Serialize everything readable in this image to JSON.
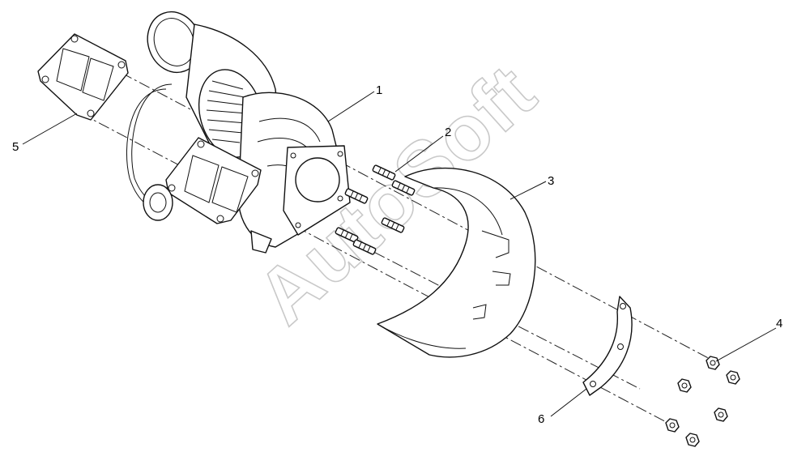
{
  "watermark": "AutoSoft",
  "callouts": {
    "c1": "1",
    "c2": "2",
    "c3": "3",
    "c4": "4",
    "c5": "5",
    "c6": "6"
  }
}
